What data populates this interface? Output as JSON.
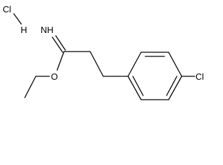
{
  "molecule": {
    "atoms": {
      "hcl_cl": "Cl",
      "hcl_h": "H",
      "imine_nh": "NH",
      "ester_o": "O",
      "aryl_cl": "Cl"
    }
  }
}
